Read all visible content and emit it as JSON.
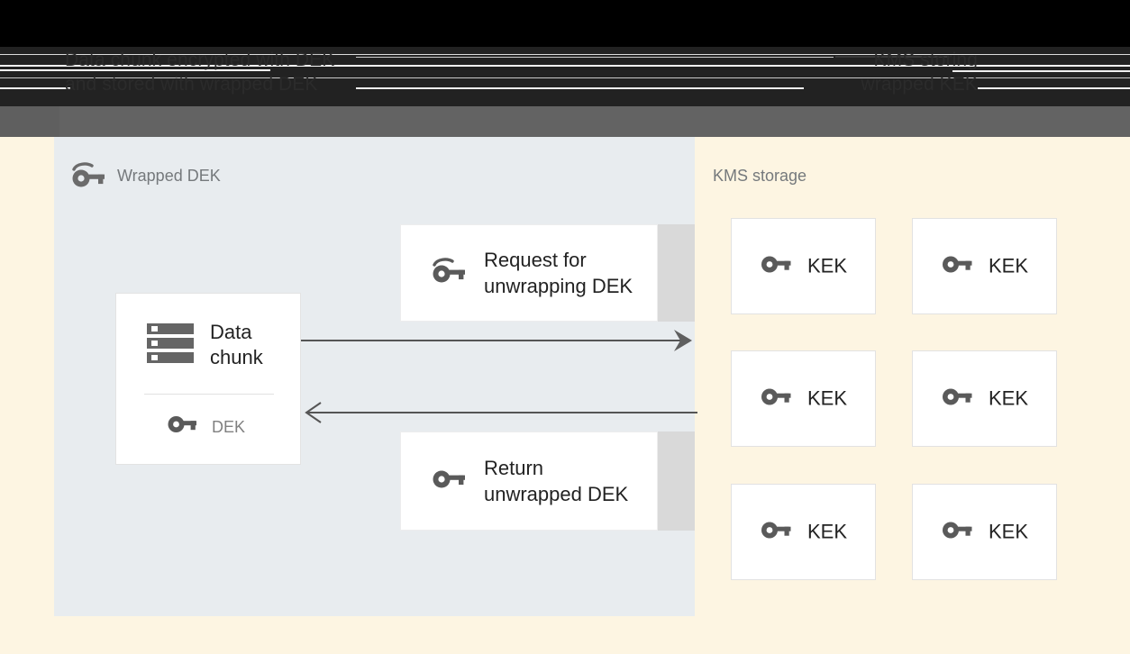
{
  "banner": {
    "line1_left": "Data chunk encrypted with DEK",
    "line2_left": "and stored with wrapped DEK",
    "line1_right": "KMS storing",
    "line2_right": "wrapped KEK",
    "background_color": "#000000",
    "text_color": "#2b2b2b"
  },
  "colors": {
    "page_background": "#fdf5e2",
    "left_panel": "#e8ecef",
    "card_background": "#ffffff",
    "card_shadow": "#d9d9d9",
    "icon_gray": "#5f5f5f",
    "label_gray": "#75797c",
    "text_dark": "#222222",
    "subbar": "#636363"
  },
  "left_panel": {
    "label": "Wrapped DEK",
    "key_icon": "wrapped-key-icon",
    "data_chunk_card": {
      "storage_icon": "storage-icon",
      "title": "Data\nchunk",
      "key_icon": "key-icon",
      "key_label": "DEK"
    },
    "messages": [
      {
        "id": "request",
        "icon": "wrapped-key-icon",
        "label": "Request for\nunwrapping DEK"
      },
      {
        "id": "return",
        "icon": "key-icon",
        "label": "Return\nunwrapped DEK"
      }
    ],
    "arrows": [
      {
        "id": "arrow-request",
        "direction": "right"
      },
      {
        "id": "arrow-return",
        "direction": "left"
      }
    ]
  },
  "right_panel": {
    "label": "KMS storage",
    "kek_tiles": [
      {
        "icon": "key-icon",
        "label": "KEK"
      },
      {
        "icon": "key-icon",
        "label": "KEK"
      },
      {
        "icon": "key-icon",
        "label": "KEK"
      },
      {
        "icon": "key-icon",
        "label": "KEK"
      },
      {
        "icon": "key-icon",
        "label": "KEK"
      },
      {
        "icon": "key-icon",
        "label": "KEK"
      }
    ]
  }
}
